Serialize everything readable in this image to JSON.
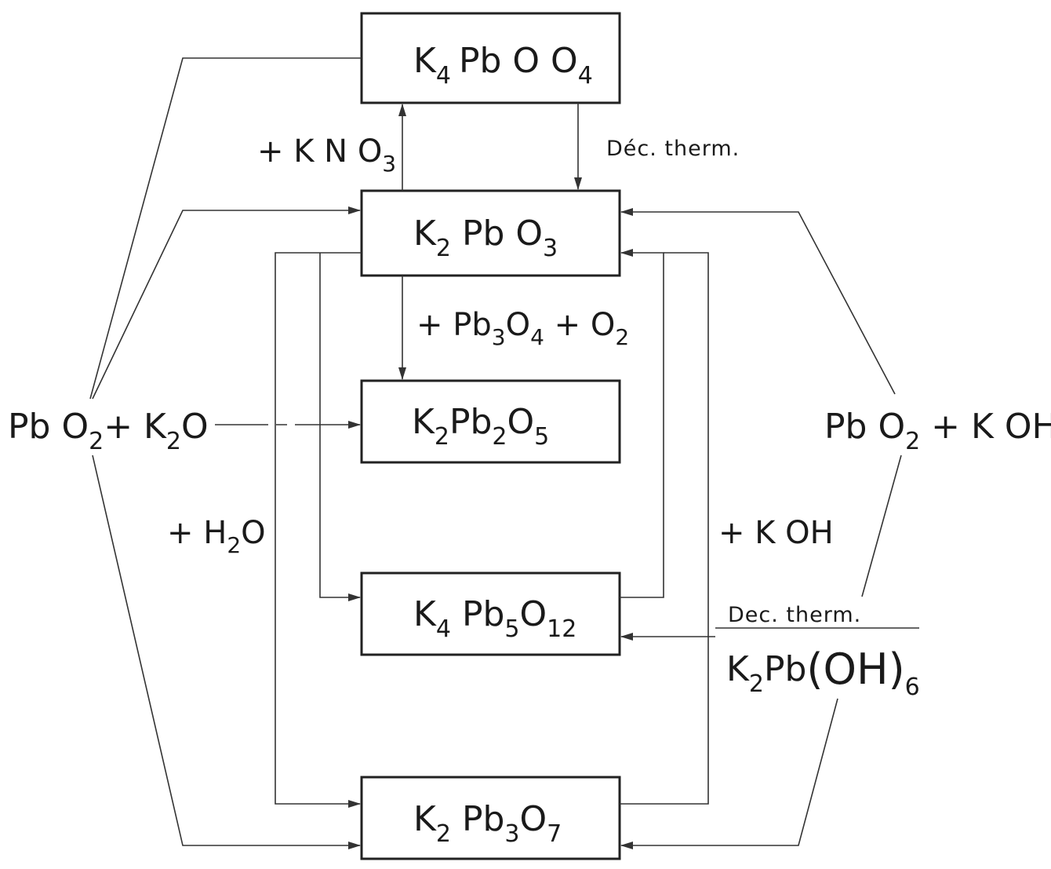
{
  "nodes": {
    "k4pbo4": {
      "main": [
        "K",
        "Pb O"
      ],
      "subs": [
        "4",
        "4"
      ],
      "tail": "O"
    },
    "k2pbo3": {
      "parts": [
        "K",
        "2",
        " Pb O",
        "3"
      ]
    },
    "k2pb2o5": {
      "parts": [
        "K",
        "2",
        "Pb",
        "2",
        "O",
        "5"
      ]
    },
    "k4pb5o12": {
      "parts": [
        "K",
        "4",
        " Pb",
        "5",
        "O",
        "12"
      ]
    },
    "k2pb3o7": {
      "parts": [
        "K",
        "2",
        " Pb",
        "3",
        "O",
        "7"
      ]
    }
  },
  "reactants": {
    "left": {
      "parts": [
        "Pb O",
        "2",
        "+ K",
        "2",
        "O"
      ]
    },
    "right": {
      "parts": [
        "Pb O",
        "2",
        " + K OH"
      ]
    },
    "k2pboh6": {
      "parts": [
        "K",
        "2",
        "Pb",
        "(OH)",
        "6"
      ]
    }
  },
  "edge_labels": {
    "kno3": {
      "parts": [
        "+ K N O",
        "3"
      ]
    },
    "dec_therm_top": "Déc. therm.",
    "pb3o4_o2": {
      "parts": [
        "+ Pb",
        "3",
        "O",
        "4",
        " + O",
        "2"
      ]
    },
    "h2o": {
      "parts": [
        "+ H",
        "2",
        "O"
      ]
    },
    "koh": "+ K OH",
    "dec_therm_bottom": "Dec. therm."
  }
}
